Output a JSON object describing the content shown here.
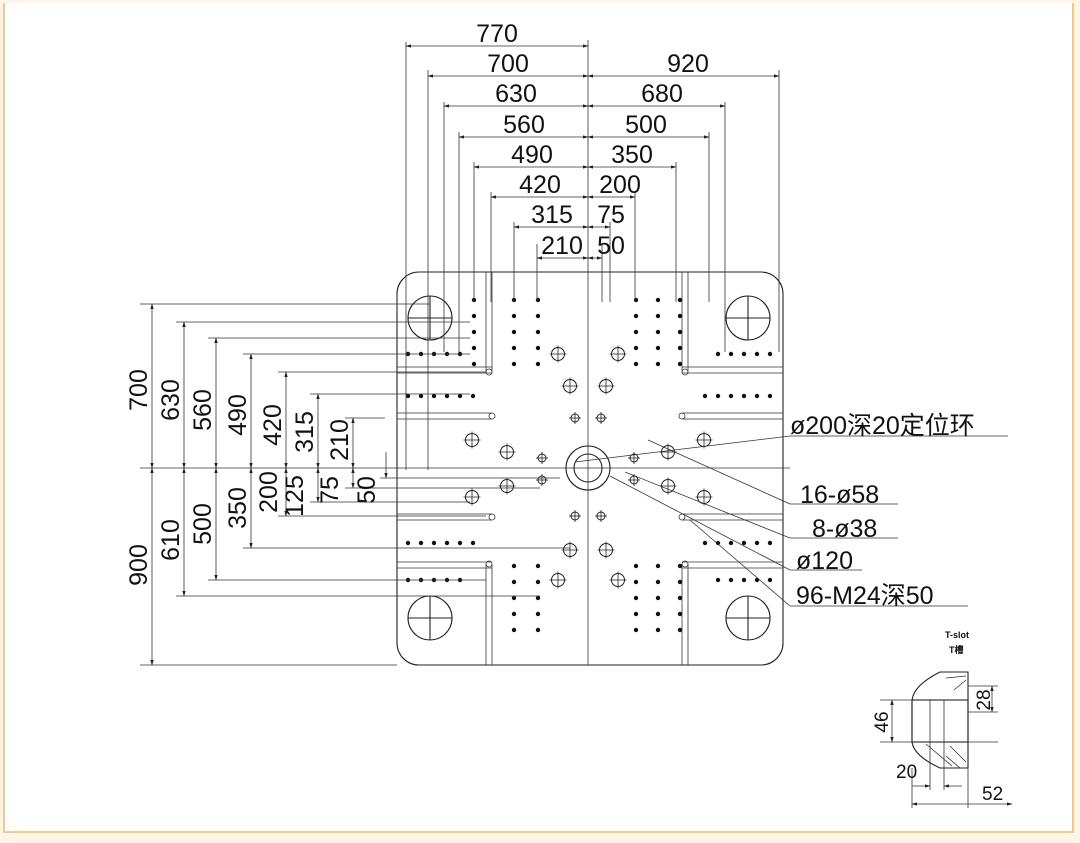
{
  "dims_top_left": [
    "770",
    "700",
    "630",
    "560",
    "490",
    "420",
    "315",
    "210"
  ],
  "dims_top_right": [
    "920",
    "680",
    "500",
    "350",
    "200",
    "75",
    "50"
  ],
  "dims_left_upper": [
    "700",
    "630",
    "560",
    "490",
    "420",
    "315",
    "210"
  ],
  "dims_left_lower": [
    "900",
    "610",
    "500",
    "350",
    "200",
    "125",
    "75",
    "50"
  ],
  "callouts": {
    "locating_ring": "ø200深20定位环",
    "holes_58": "16-ø58",
    "holes_38": "8-ø38",
    "hole_120": "ø120",
    "tapped": "96-M24深50"
  },
  "tslot": {
    "title_1": "T-slot",
    "title_2": "T槽",
    "d28": "28",
    "d46": "46",
    "d20": "20",
    "d52": "52"
  },
  "colors": {
    "frame_border": "#f3c98a",
    "background": "#fdf6e6",
    "line": "#222222"
  }
}
